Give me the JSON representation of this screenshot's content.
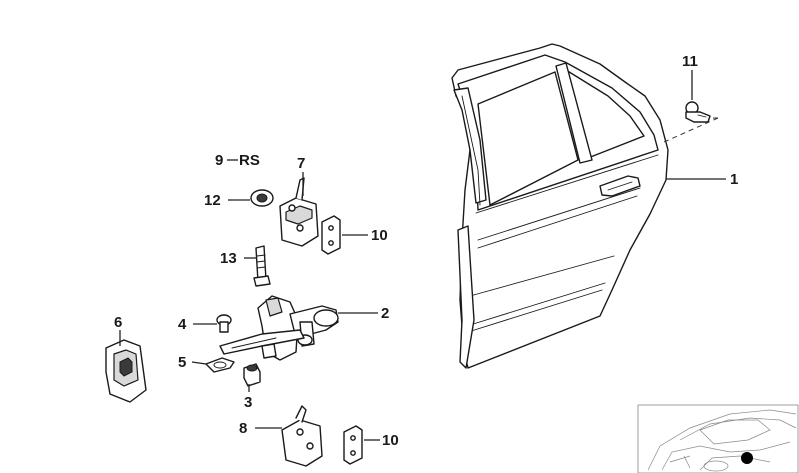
{
  "callouts": {
    "c1": "1",
    "c2": "2",
    "c3": "3",
    "c4": "4",
    "c5": "5",
    "c6": "6",
    "c7": "7",
    "c8": "8",
    "c9": "9",
    "c9_suffix": "RS",
    "c10a": "10",
    "c10b": "10",
    "c11": "11",
    "c12": "12",
    "c13": "13"
  },
  "icons": {
    "locator": "car-locator-icon"
  },
  "colors": {
    "line": "#1a1a1a",
    "fill": "#ffffff",
    "shade": "#d9d9d9",
    "marker": "#000000"
  }
}
